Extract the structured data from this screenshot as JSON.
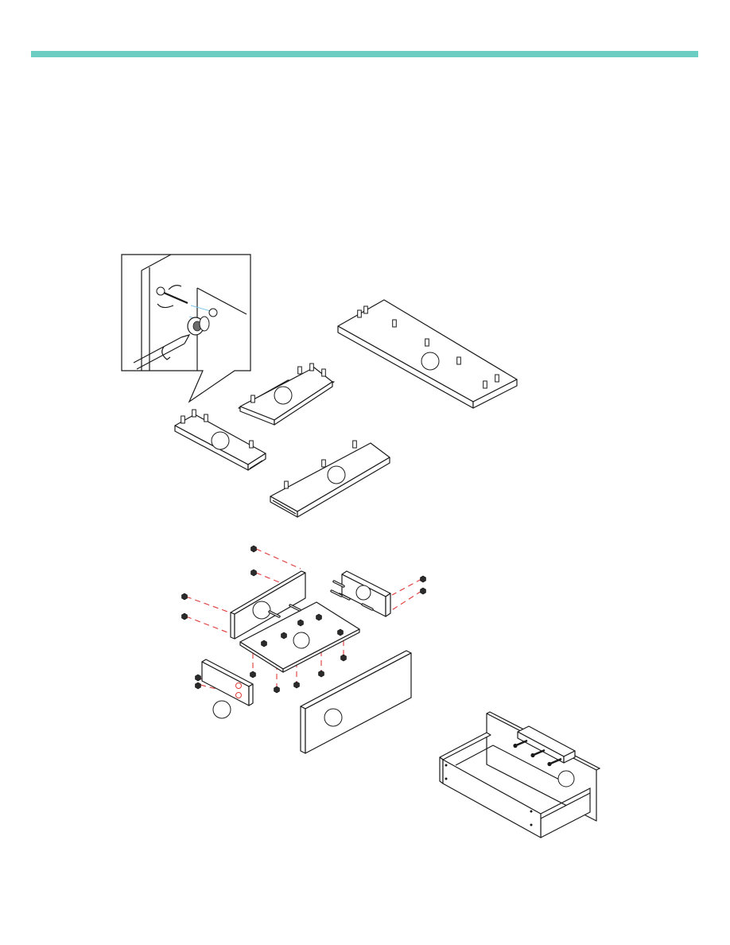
{
  "header": {
    "bar_color": "#6ccdc2"
  },
  "colors": {
    "line": "#1a1a1a",
    "dashed_guide": "#e03a3a",
    "accent_blue": "#7ec7e8"
  },
  "figure": {
    "inset": {
      "icons": [
        "screwdriver-icon",
        "cam-lock-icon",
        "rotation-arrow-icon",
        "cam-bolt-icon"
      ]
    },
    "steps": [
      {
        "name": "step-cam-bolts",
        "parts": [
          "long-panel",
          "short-panel-a",
          "short-panel-b",
          "medium-panel"
        ]
      },
      {
        "name": "step-drawer-box",
        "parts": [
          "drawer-back",
          "drawer-side-left",
          "drawer-side-right",
          "drawer-bottom",
          "drawer-front"
        ]
      },
      {
        "name": "step-finished-drawer",
        "parts": [
          "assembled-drawer",
          "drawer-handle"
        ]
      }
    ]
  }
}
